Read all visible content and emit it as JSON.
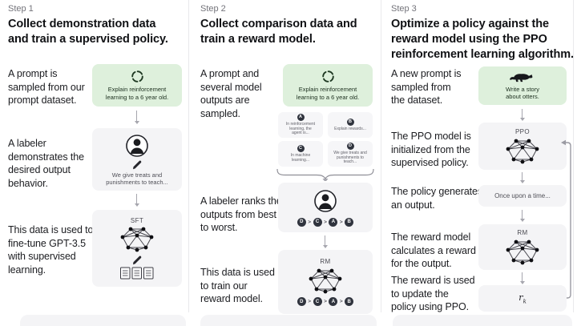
{
  "colors": {
    "prompt_box_green": "#def0dc",
    "model_box_gray": "#f4f4f6",
    "arrow_gray": "#a6a6ae",
    "tag_circle": "#30343e",
    "text_dark": "#1b1c20"
  },
  "steps": {
    "s1": {
      "label": "Step 1",
      "title": "Collect demonstration data\nand train a supervised policy.",
      "caption_prompt": "A prompt is\nsampled from our\nprompt dataset.",
      "prompt_text": "Explain reinforcement\nlearning to a 6 year old.",
      "caption_labeler": "A labeler\ndemonstrates the\ndesired output\nbehavior.",
      "labeler_text": "We give treats and\npunishments to teach...",
      "caption_sft": "This data is used to\nfine-tune GPT-3.5\nwith supervised\nlearning.",
      "sft_label": "SFT"
    },
    "s2": {
      "label": "Step 2",
      "title": "Collect comparison data and\ntrain a reward model.",
      "caption_prompt": "A prompt and\nseveral model\noutputs are\nsampled.",
      "prompt_text": "Explain reinforcement\nlearning to a 6 year old.",
      "outputs": [
        {
          "tag": "A",
          "text": "In reinforcement\nlearning, the\nagent is..."
        },
        {
          "tag": "B",
          "text": "Explain rewards..."
        },
        {
          "tag": "C",
          "text": "In machine\nlearning..."
        },
        {
          "tag": "D",
          "text": "We give treats and\npunishments to\nteach..."
        }
      ],
      "caption_rank": "A labeler ranks the\noutputs from best\nto worst.",
      "ranking": [
        "D",
        "C",
        "A",
        "B"
      ],
      "rank_sep": ">",
      "caption_rm": "This data is used\nto train our\nreward model.",
      "rm_label": "RM"
    },
    "s3": {
      "label": "Step 3",
      "title": "Optimize a policy against the\nreward model using the PPO\nreinforcement learning algorithm.",
      "caption_prompt": "A new prompt is\nsampled from\nthe dataset.",
      "prompt_text": "Write a story\nabout otters.",
      "caption_ppo": "The PPO model is\ninitialized from the\nsupervised policy.",
      "ppo_label": "PPO",
      "caption_output": "The policy generates\nan output.",
      "output_text": "Once upon a time...",
      "caption_rm": "The reward model\ncalculates a reward\nfor the output.",
      "rm_label": "RM",
      "caption_reward": "The reward is used\nto update the\npolicy using PPO.",
      "reward_base": "r",
      "reward_sub": "k"
    }
  }
}
